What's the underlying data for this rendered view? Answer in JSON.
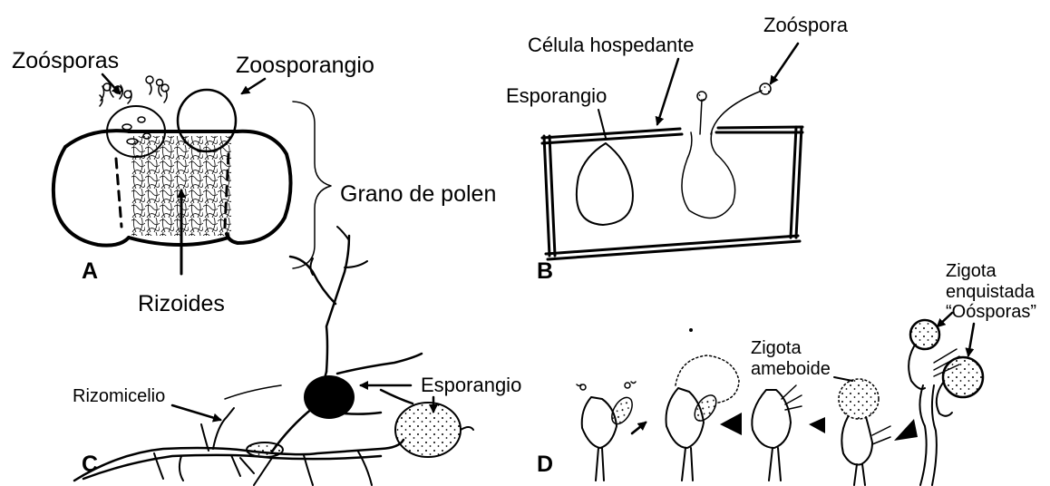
{
  "panels": {
    "a": {
      "letter": "A",
      "labels": {
        "zoosporas": "Zoósporas",
        "zoosporangio": "Zoosporangio",
        "grano_de_polen": "Grano de polen",
        "rizoides": "Rizoides"
      }
    },
    "b": {
      "letter": "B",
      "labels": {
        "celula_hospedante": "Célula hospedante",
        "zoospora": "Zoóspora",
        "esporangio": "Esporangio"
      }
    },
    "c": {
      "letter": "C",
      "labels": {
        "rizomicelio": "Rizomicelio",
        "esporangio": "Esporangio"
      }
    },
    "d": {
      "letter": "D",
      "labels": {
        "zigota_ameboide_line1": "Zigota",
        "zigota_ameboide_line2": "ameboide",
        "zigota_enquistada_line1": "Zigota",
        "zigota_enquistada_line2": "enquistada",
        "zigota_enquistada_line3": "“Oósporas”"
      }
    }
  },
  "colors": {
    "ink": "#000000",
    "background": "#ffffff"
  }
}
